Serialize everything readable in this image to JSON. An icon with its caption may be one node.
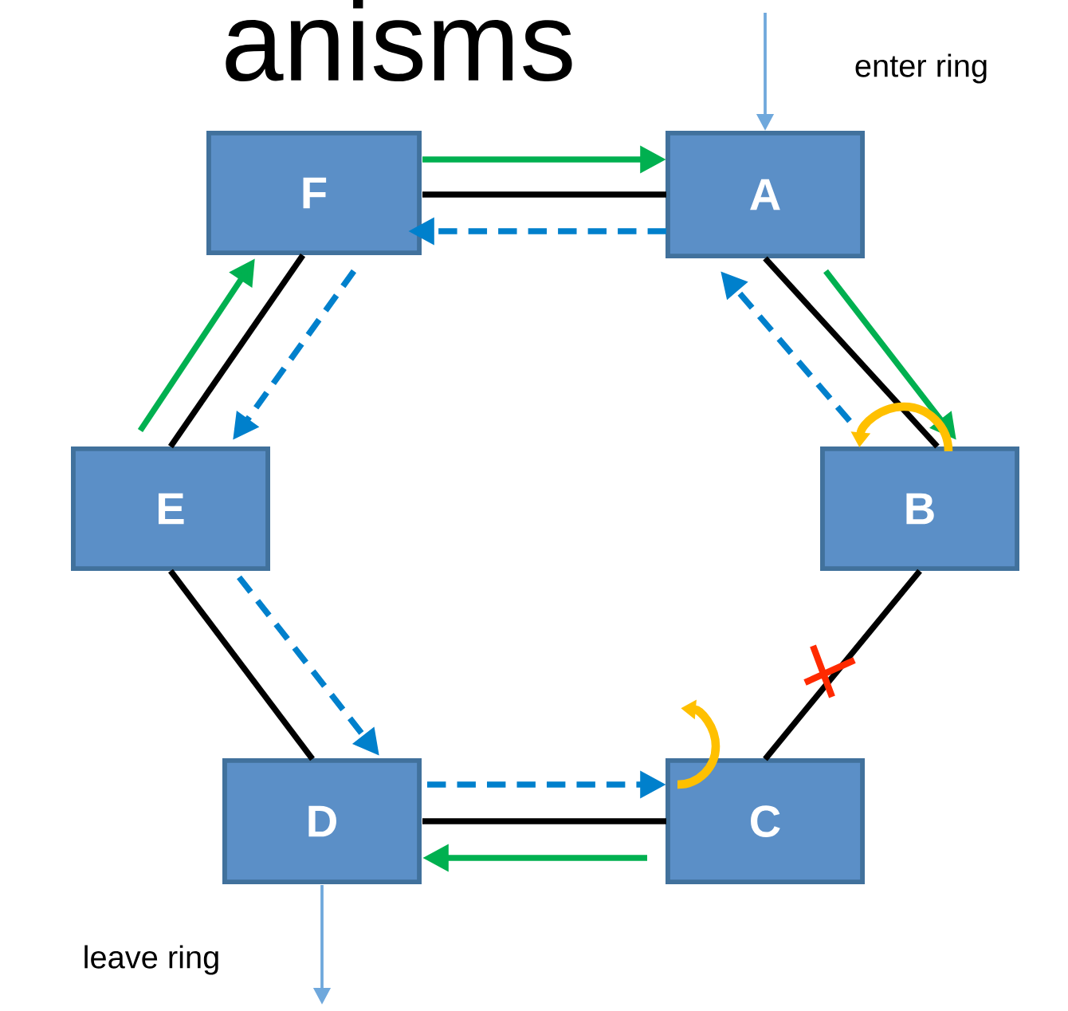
{
  "diagram": {
    "nodes": [
      {
        "text": [
          "F"
        ]
      },
      {
        "text": [
          "A"
        ]
      },
      {
        "text": [
          "E"
        ]
      },
      {
        "text": [
          "B"
        ]
      },
      {
        "text": [
          "D"
        ]
      },
      {
        "text": [
          "C"
        ]
      }
    ],
    "edges": [
      {
        "from": 0,
        "to": 1,
        "arrow": "none"
      },
      {
        "from": 1,
        "to": 3,
        "arrow": "none"
      },
      {
        "from": 3,
        "to": 5,
        "arrow": "none"
      },
      {
        "from": 5,
        "to": 4,
        "arrow": "none"
      },
      {
        "from": 4,
        "to": 2,
        "arrow": "none"
      },
      {
        "from": 2,
        "to": 0,
        "arrow": "none"
      },
      {
        "from": 0,
        "to": 1,
        "arrow": "to",
        "color": "#00b050"
      },
      {
        "from": 1,
        "to": 0,
        "arrow": "to",
        "style": "dashed",
        "color": "#0080cc"
      },
      {
        "from": 1,
        "to": 3,
        "arrow": "to",
        "color": "#00b050"
      },
      {
        "from": 3,
        "to": 1,
        "arrow": "to",
        "style": "dashed",
        "color": "#0080cc"
      },
      {
        "from": 4,
        "to": 5,
        "arrow": "to",
        "style": "dashed",
        "color": "#0080cc"
      },
      {
        "from": 5,
        "to": 4,
        "arrow": "to",
        "color": "#00b050"
      },
      {
        "from": 2,
        "to": 4,
        "arrow": "to",
        "style": "dashed",
        "color": "#0080cc"
      },
      {
        "from": 2,
        "to": 0,
        "arrow": "to",
        "color": "#00b050"
      },
      {
        "from": 0,
        "to": 2,
        "arrow": "to",
        "style": "dashed",
        "color": "#0080cc"
      },
      {
        "from": null,
        "to": 1,
        "arrow": "to",
        "color": "#6fa8dc"
      },
      {
        "from": 4,
        "to": null,
        "arrow": "to",
        "color": "#6fa8dc"
      }
    ],
    "labels": [
      "anisms",
      "enter ring",
      "leave ring"
    ]
  }
}
